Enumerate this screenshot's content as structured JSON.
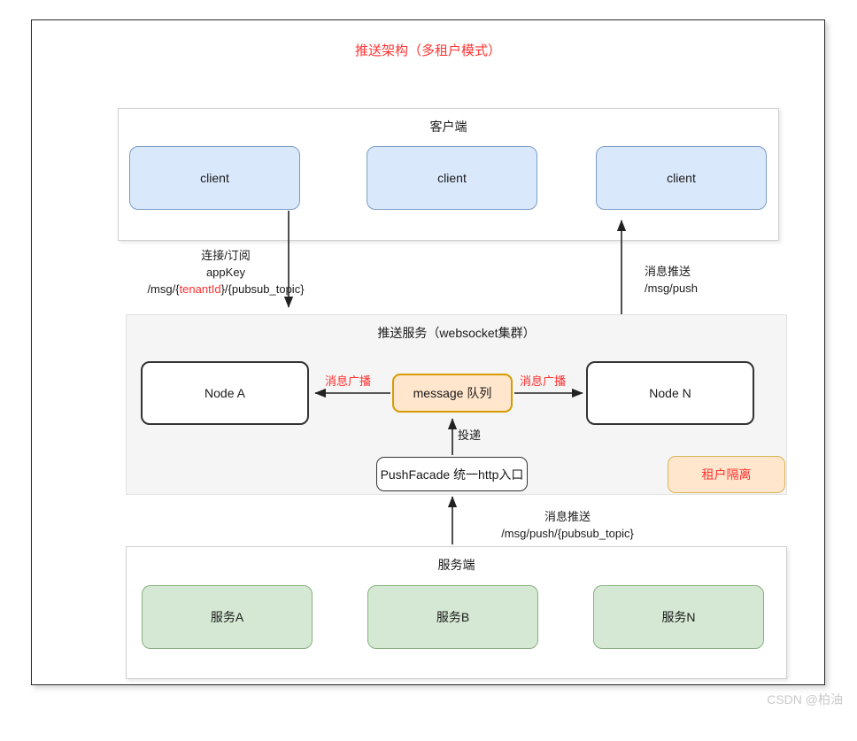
{
  "diagram": {
    "title": "推送架构（多租户模式）",
    "watermark": "CSDN @柏油"
  },
  "client_section": {
    "title": "客户端",
    "boxes": [
      {
        "label": "client"
      },
      {
        "label": "client"
      },
      {
        "label": "client"
      }
    ]
  },
  "push_section": {
    "title": "推送服务（websocket集群）",
    "nodes": [
      {
        "label": "Node A"
      },
      {
        "label": "Node N"
      }
    ],
    "queue": {
      "label": "message 队列"
    },
    "facade": {
      "label": "PushFacade 统一http入口"
    },
    "badge": {
      "label": "租户隔离"
    }
  },
  "server_section": {
    "title": "服务端",
    "boxes": [
      {
        "label": "服务A"
      },
      {
        "label": "服务B"
      },
      {
        "label": "服务N"
      }
    ]
  },
  "edges": {
    "subscribe": {
      "line1": "连接/订阅",
      "line2": "appKey",
      "path_prefix": "/msg/{",
      "path_accent": "tenantId",
      "path_suffix": "}/{pubsub_topic}"
    },
    "push_to_client": {
      "line1": "消息推送",
      "line2": "/msg/push"
    },
    "broadcast_left": {
      "label": "消息广播"
    },
    "broadcast_right": {
      "label": "消息广播"
    },
    "deliver": {
      "label": "投递"
    },
    "push_to_facade": {
      "line1": "消息推送",
      "line2": "/msg/push/{pubsub_topic}"
    }
  },
  "colors": {
    "title_red": "#ff3333",
    "client_fill": "#dae8fc",
    "client_border": "#7a9cc6",
    "service_fill": "#d5e8d4",
    "service_border": "#88b07f",
    "queue_fill": "#ffe6cc",
    "queue_border": "#d79b00",
    "panel_gray": "#f5f5f5",
    "node_border": "#333333"
  }
}
